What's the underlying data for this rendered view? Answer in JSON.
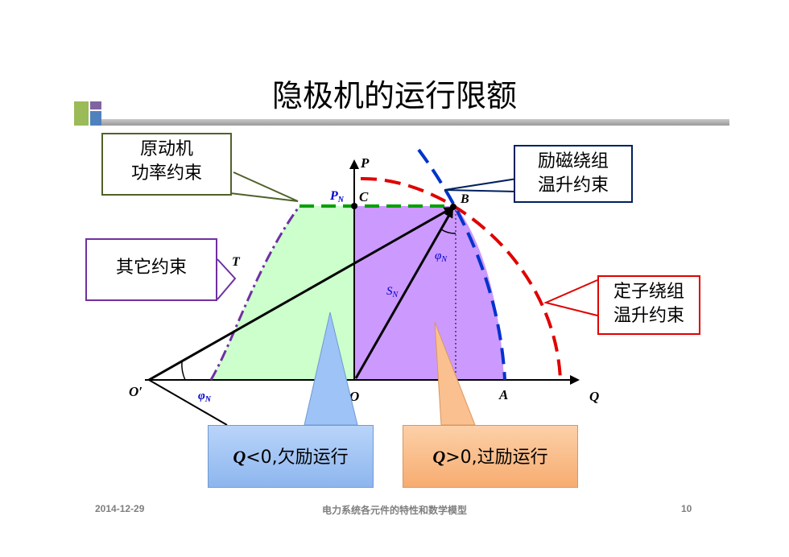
{
  "title": "隐极机的运行限额",
  "callouts": {
    "prime_mover": [
      "原动机",
      "功率约束"
    ],
    "field_winding": [
      "励磁绕组",
      "温升约束"
    ],
    "other": [
      "其它约束"
    ],
    "stator_winding": [
      "定子绕组",
      "温升约束"
    ]
  },
  "labels": {
    "p_axis": "P",
    "q_axis": "Q",
    "origin": "O",
    "origin_prime": "O′",
    "point_a": "A",
    "point_b": "B",
    "point_c": "C",
    "point_t": "T",
    "pn": "P",
    "pn_sub": "N",
    "sn": "S",
    "sn_sub": "N",
    "phi_b": "φ",
    "phi_b_sub": "N",
    "phi_o": "φ",
    "phi_o_sub": "N"
  },
  "notes": {
    "under_excited": {
      "q": "Q",
      "rest": "<0,欠励运行"
    },
    "over_excited": {
      "q": "Q",
      "rest": ">0,过励运行"
    }
  },
  "footer": {
    "date": "2014-12-29",
    "course": "电力系统各元件的特性和数学模型",
    "page": "10"
  },
  "colors": {
    "green_region": "#ccffcc",
    "purple_region": "#cc99ff",
    "prime_mover_border": "#4f6228",
    "field_border": "#002060",
    "other_border": "#7030a0",
    "stator_border": "#e00000",
    "under_note": "#9dc3f7",
    "over_note": "#fbc08f"
  }
}
